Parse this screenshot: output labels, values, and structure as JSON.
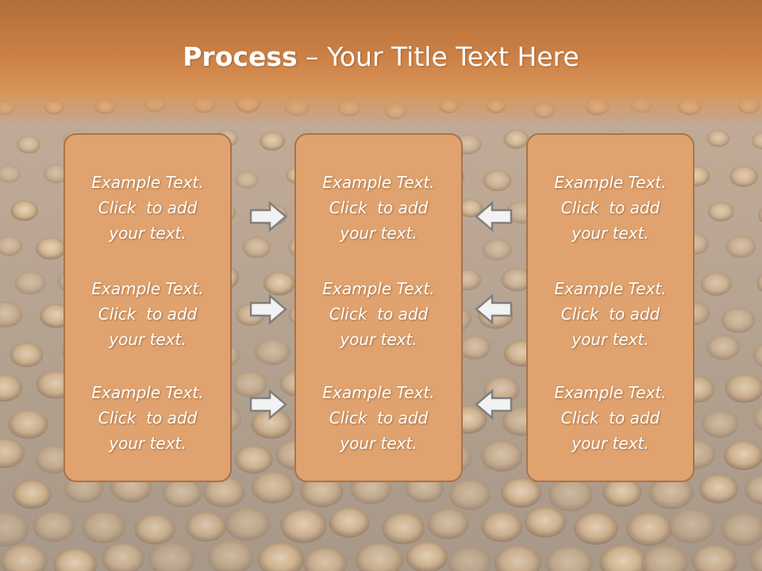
{
  "slide": {
    "title_bold": "Process",
    "title_rest": " – Your Title Text Here"
  },
  "columns": [
    {
      "items": [
        [
          "Example Text.",
          "Click  to add",
          "your text."
        ],
        [
          "Example Text.",
          "Click  to add",
          "your text."
        ],
        [
          "Example Text.",
          "Click  to add",
          "your text."
        ]
      ]
    },
    {
      "items": [
        [
          "Example Text.",
          "Click  to add",
          "your text."
        ],
        [
          "Example Text.",
          "Click  to add",
          "your text."
        ],
        [
          "Example Text.",
          "Click  to add",
          "your text."
        ]
      ]
    },
    {
      "items": [
        [
          "Example Text.",
          "Click  to add",
          "your text."
        ],
        [
          "Example Text.",
          "Click  to add",
          "your text."
        ],
        [
          "Example Text.",
          "Click  to add",
          "your text."
        ]
      ]
    }
  ],
  "arrows": {
    "left_group": "right-arrow-icon",
    "right_group": "left-arrow-icon"
  },
  "colors": {
    "title_bar": "#cc8146",
    "panel_fill": "#e0a36f",
    "panel_border": "#a8734a",
    "arrow_fill": "#f2f2f2",
    "arrow_stroke": "#7f7f7f"
  }
}
